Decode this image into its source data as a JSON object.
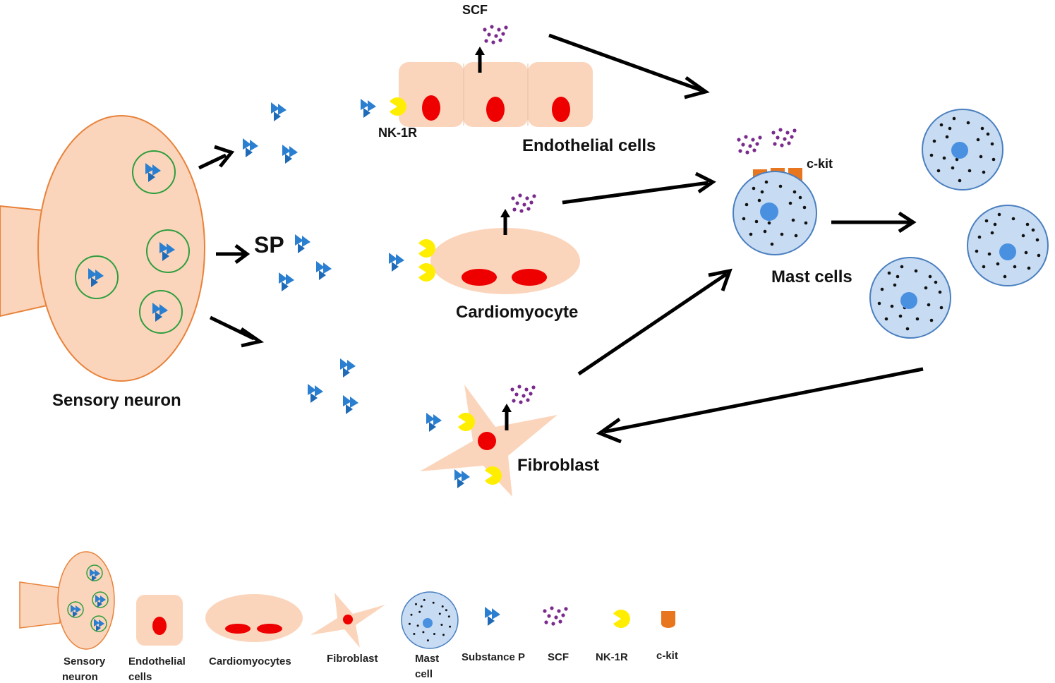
{
  "labels": {
    "scf_top": "SCF",
    "nk1r": "NK-1R",
    "endothelial": "Endothelial cells",
    "sp": "SP",
    "cardiomyocyte": "Cardiomyocyte",
    "ckit": "c-kit",
    "mast_cells": "Mast cells",
    "sensory_neuron": "Sensory neuron",
    "fibroblast": "Fibroblast"
  },
  "legend": {
    "sensory_neuron_1": "Sensory",
    "sensory_neuron_2": "neuron",
    "endothelial_1": "Endothelial",
    "endothelial_2": "cells",
    "cardiomyocytes": "Cardiomyocytes",
    "fibroblast": "Fibroblast",
    "mast_cell_1": "Mast",
    "mast_cell_2": "cell",
    "substance_p": "Substance P",
    "scf": "SCF",
    "nk1r": "NK-1R",
    "ckit": "c-kit"
  },
  "colors": {
    "cell_fill": "#fbd5bb",
    "neuron_stroke": "#e8823a",
    "nucleus": "#ee0000",
    "vesicle": "#2e9e3e",
    "substance_p": "#2a7fd0",
    "scf": "#7a2a8c",
    "nk1r": "#ffee00",
    "ckit": "#e8761e",
    "mast_fill": "#c7dbf2",
    "mast_stroke": "#4a7fbf",
    "mast_nucleus": "#4a90e0"
  },
  "icons": [
    "substance-p-icon",
    "scf-icon",
    "nk1r-icon",
    "ckit-icon",
    "arrow-icon"
  ]
}
